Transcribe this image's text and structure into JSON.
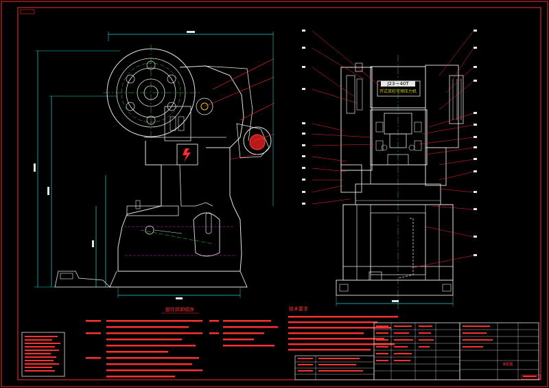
{
  "drawing": {
    "model_banner": "J23－40T",
    "banner_subtitle": "开式双柱可倾压力机",
    "side_view_caption": "部件拆卸顺序",
    "notes_heading": "技术要求",
    "title_block_name": "装配图"
  },
  "colors": {
    "background": "#000000",
    "frame": "#ff2a2a",
    "outline": "#e8e8e8",
    "hidden": "#d020d0",
    "center": "#3fd23f",
    "dimension": "#22d8d8",
    "accent": "#e8d000"
  }
}
